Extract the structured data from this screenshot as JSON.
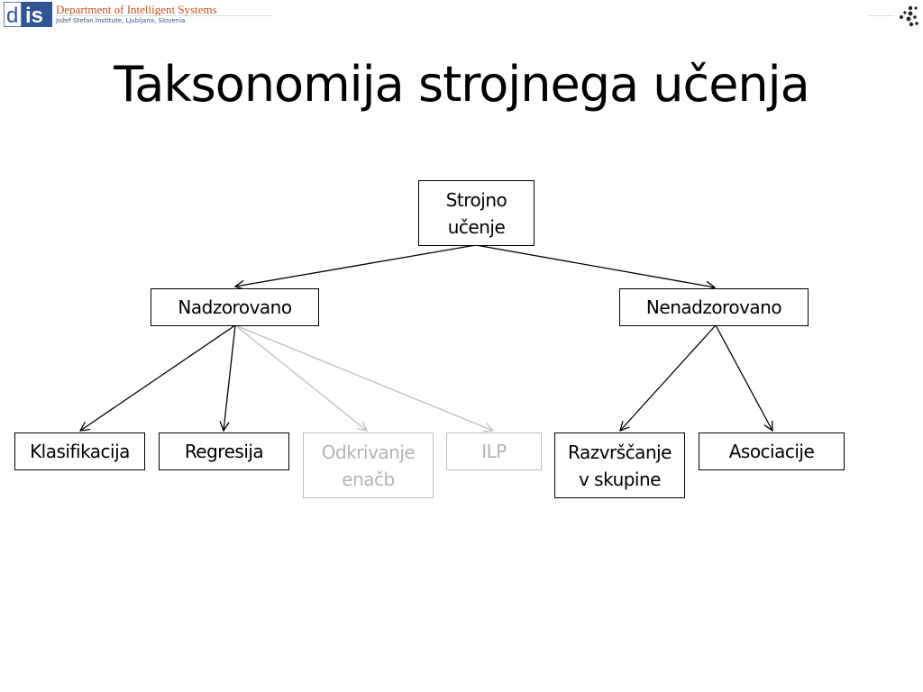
{
  "header": {
    "logo_text": "dis",
    "org_name": "Department of Intelligent Systems",
    "org_sub": "Jožef Stefan   Institute, Ljubljana, Slovenia"
  },
  "title": "Taksonomija strojnega učenja",
  "colors": {
    "active_border": "#000000",
    "inactive_border": "#bfbfbf",
    "inactive_text": "#b3b3b3",
    "logo_orange": "#c8511f",
    "logo_blue": "#2f5597"
  },
  "nodes": {
    "root": {
      "line1": "Strojno",
      "line2": "učenje"
    },
    "supervised": {
      "label": "Nadzorovano"
    },
    "unsupervised": {
      "label": "Nenadzorovano"
    },
    "classification": {
      "label": "Klasifikacija"
    },
    "regression": {
      "label": "Regresija"
    },
    "equation_discovery": {
      "line1": "Odkrivanje",
      "line2": "enačb"
    },
    "ilp": {
      "label": "ILP"
    },
    "clustering": {
      "line1": "Razvrščanje",
      "line2": "v skupine"
    },
    "association": {
      "label": "Asociacije"
    }
  }
}
